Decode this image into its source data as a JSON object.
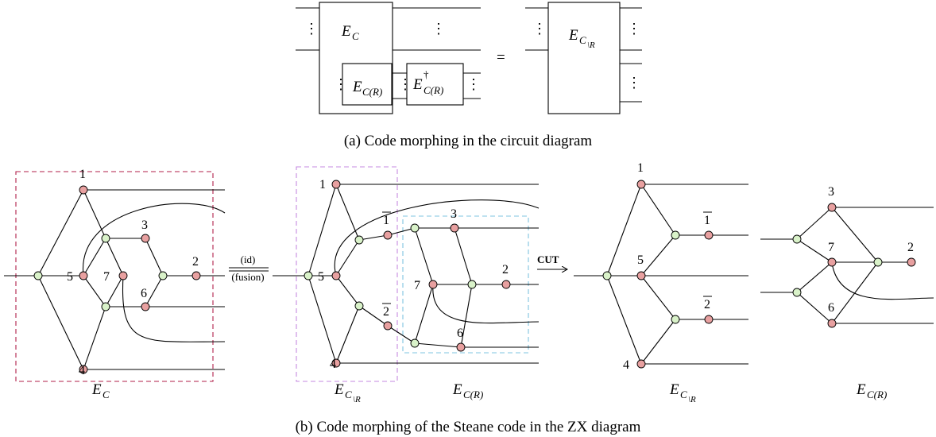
{
  "caption_a": "(a) Code morphing in the circuit diagram",
  "caption_b": "(b) Code morphing of the Steane code in the ZX diagram",
  "circuit": {
    "box_main_label": "E",
    "box_main_sub": "C",
    "box_inner_label": "E",
    "box_inner_sub": "C(R)",
    "box_dagger_label": "E",
    "box_dagger_sup": "†",
    "box_dagger_sub": "C(R)",
    "equals": "=",
    "box_right_label": "E",
    "box_right_sub": "C",
    "box_right_subsub": "\\R",
    "vdots": "⋮"
  },
  "zx": {
    "labels_left": [
      "1",
      "3",
      "2",
      "5",
      "7",
      "6",
      "4"
    ],
    "id_label": "(id)",
    "fusion_label": "(fusion)",
    "labels_mid": [
      "1",
      "1",
      "3",
      "5",
      "7",
      "2",
      "2",
      "6",
      "4"
    ],
    "cut_label": "CUT",
    "labels_right_a": [
      "1",
      "1",
      "5",
      "2",
      "4"
    ],
    "labels_right_b": [
      "3",
      "7",
      "2",
      "6"
    ],
    "captions": {
      "e_c": "E",
      "e_c_sub": "C",
      "e_c_minus_r": "E",
      "e_c_minus_r_sub": "C",
      "e_c_minus_r_subsub": "\\R",
      "e_c_r": "E",
      "e_c_r_sub": "C(R)"
    }
  },
  "colors": {
    "red_spider": "#e8a0a0",
    "green_spider": "#d9f2c9",
    "red_dashed": "#b01f4a",
    "purple_dashed": "#c58ae0",
    "blue_dashed": "#7fc4e0"
  }
}
